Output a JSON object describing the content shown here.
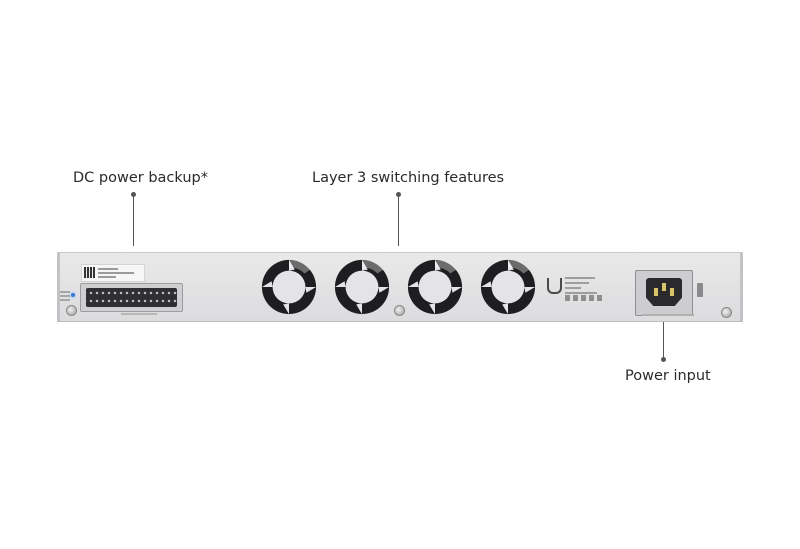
{
  "callouts": {
    "dc_power_backup": "DC power backup*",
    "layer3_switching": "Layer 3 switching features",
    "power_input": "Power input"
  },
  "icons": [
    "fan-icon",
    "ubiquiti-logo-icon",
    "power-socket-icon",
    "dc-connector-icon"
  ],
  "colors": {
    "chassis": "#e2e2e4",
    "fan_blade": "#1e1e20",
    "status_led": "#3a7bd5",
    "text": "#2b2b2b"
  }
}
